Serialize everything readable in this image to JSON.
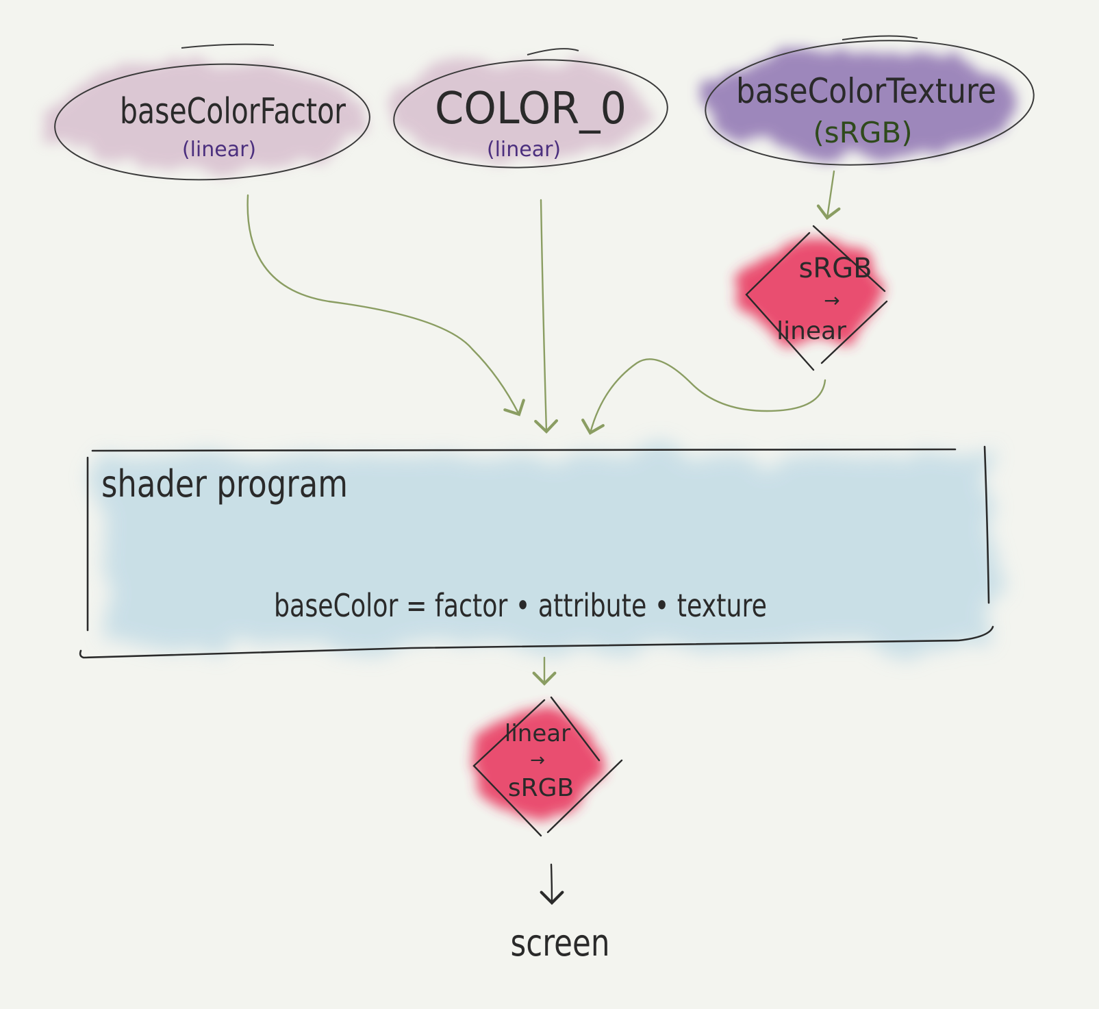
{
  "inputs": [
    {
      "name": "baseColorFactor",
      "space": "(linear)"
    },
    {
      "name": "COLOR_0",
      "space": "(linear)"
    },
    {
      "name": "baseColorTexture",
      "space": "(sRGB)"
    }
  ],
  "decode_conversion": {
    "from": "sRGB",
    "arrow": "→",
    "to": "linear"
  },
  "shader": {
    "title": "shader program",
    "equation": "baseColor = factor • attribute • texture"
  },
  "encode_conversion": {
    "from": "linear",
    "arrow": "→",
    "to": "sRGB"
  },
  "output": {
    "label": "screen"
  },
  "colors": {
    "background": "#f3f4ef",
    "input_wash": "#c9a3bd",
    "texture_wash": "#7a5aa6",
    "conversion_wash": "#e8305a",
    "shader_wash": "#bcd8e4",
    "arrow": "#8a9d62",
    "ink": "#2a2a2a"
  }
}
